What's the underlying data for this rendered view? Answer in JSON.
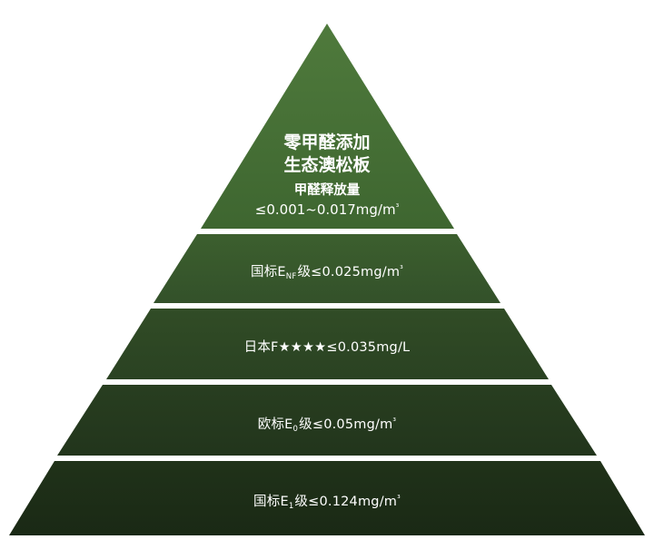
{
  "pyramid": {
    "top": {
      "title_line1": "零甲醛添加",
      "title_line2": "生态澳松板",
      "subtitle": "甲醛释放量",
      "range_value": "≤0.001~0.017mg/m",
      "range_sup": "³"
    },
    "tiers": [
      {
        "prefix": "国标E",
        "sub": "NF",
        "mid": "级≤0.025mg/m",
        "sup": "³"
      },
      {
        "prefix": "日本F★★★★≤0.035mg/L",
        "sub": "",
        "mid": "",
        "sup": ""
      },
      {
        "prefix": "欧标E",
        "sub": "0",
        "mid": "级≤0.05mg/m",
        "sup": "³"
      },
      {
        "prefix": "国标E",
        "sub": "1",
        "mid": "级≤0.124mg/m",
        "sup": "³"
      }
    ]
  },
  "colors": {
    "top_light": "#4f7a3c",
    "top_dark": "#2c4a22",
    "bottom_dark": "#1b2a16",
    "text": "#ffffff"
  }
}
